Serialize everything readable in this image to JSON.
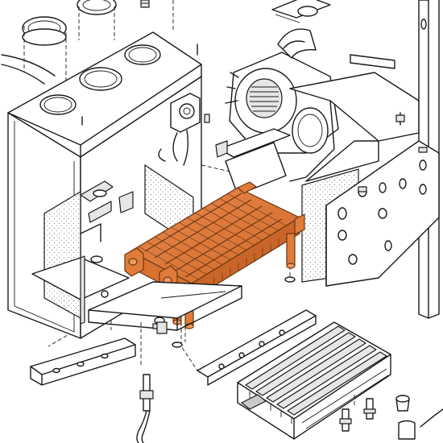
{
  "diagram": {
    "kind": "exploded-assembly",
    "highlight_color": "#E07B39",
    "highlight_dark": "#B85A22",
    "line_color": "#1A1A1A",
    "insulation_color": "#FFFFFF",
    "parts": [
      "main-chamber",
      "heat-exchanger",
      "fan-assembly",
      "burner",
      "side-panel",
      "rear-panel",
      "flue-collars",
      "pressure-switch"
    ]
  }
}
